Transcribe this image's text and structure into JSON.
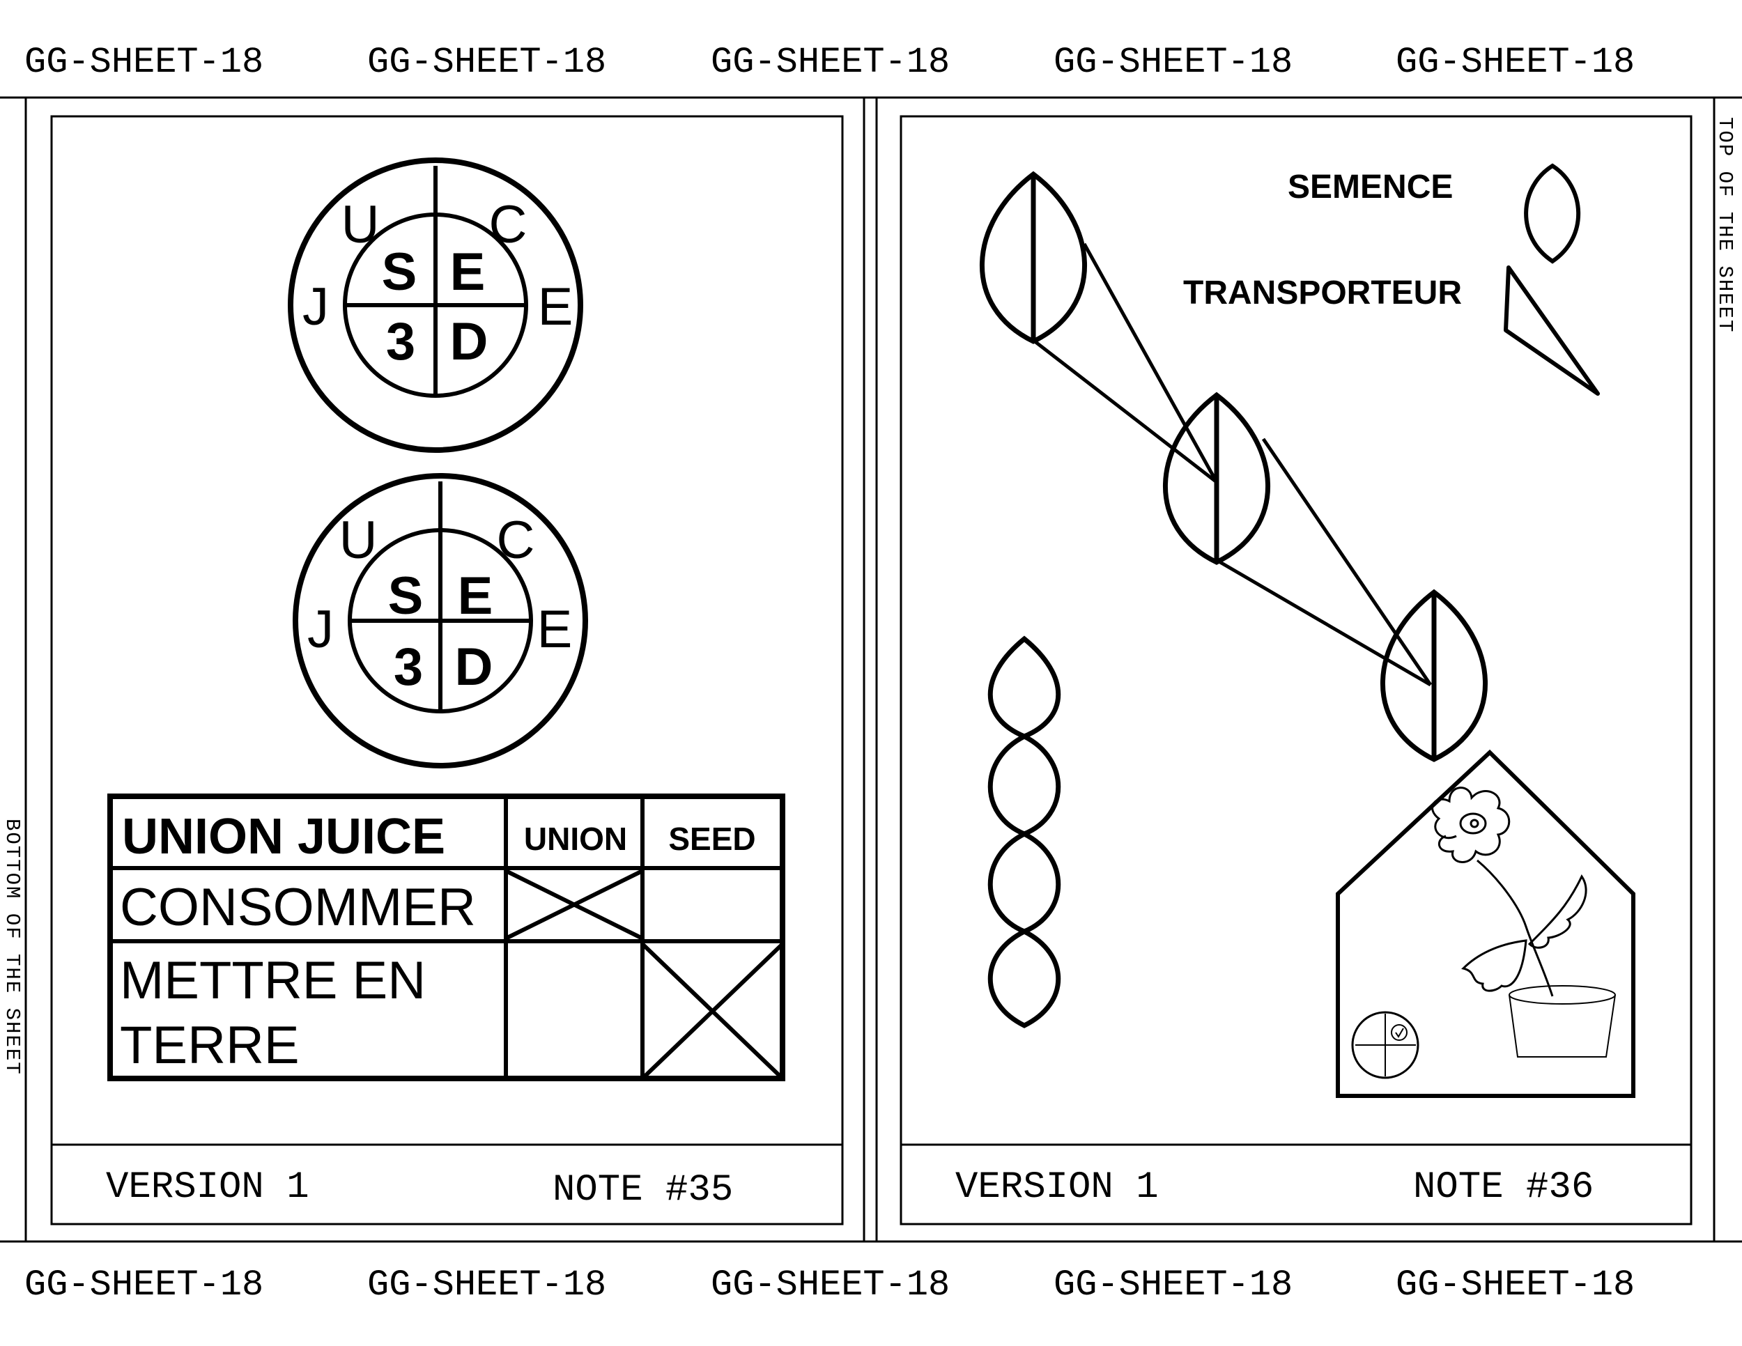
{
  "sheet": {
    "banner_top": [
      "GG-SHEET-18",
      "GG-SHEET-18",
      "GG-SHEET-18",
      "GG-SHEET-18",
      "GG-SHEET-18"
    ],
    "banner_bottom": [
      "GG-SHEET-18",
      "GG-SHEET-18",
      "GG-SHEET-18",
      "GG-SHEET-18",
      "GG-SHEET-18"
    ],
    "side_left": "BOTTOM OF THE SHEET",
    "side_right": "TOP OF THE SHEET"
  },
  "left_card": {
    "seal": {
      "outer_letters": [
        "U",
        "C",
        "J",
        "E"
      ],
      "quadrants": [
        "S",
        "E",
        "3",
        "D"
      ]
    },
    "table": {
      "header": [
        "UNION JUICE",
        "UNION",
        "SEED"
      ],
      "rows": [
        {
          "label": "CONSOMMER",
          "union": true,
          "seed": false
        },
        {
          "label_lines": [
            "METTRE EN",
            "TERRE"
          ],
          "union": false,
          "seed": true
        }
      ]
    },
    "footer": {
      "version": "VERSION 1",
      "note": "NOTE #35"
    }
  },
  "right_card": {
    "legend": {
      "seed_label": "SEMENCE",
      "carrier_label": "TRANSPORTEUR"
    },
    "footer": {
      "version": "VERSION 1",
      "note": "NOTE #36"
    }
  }
}
